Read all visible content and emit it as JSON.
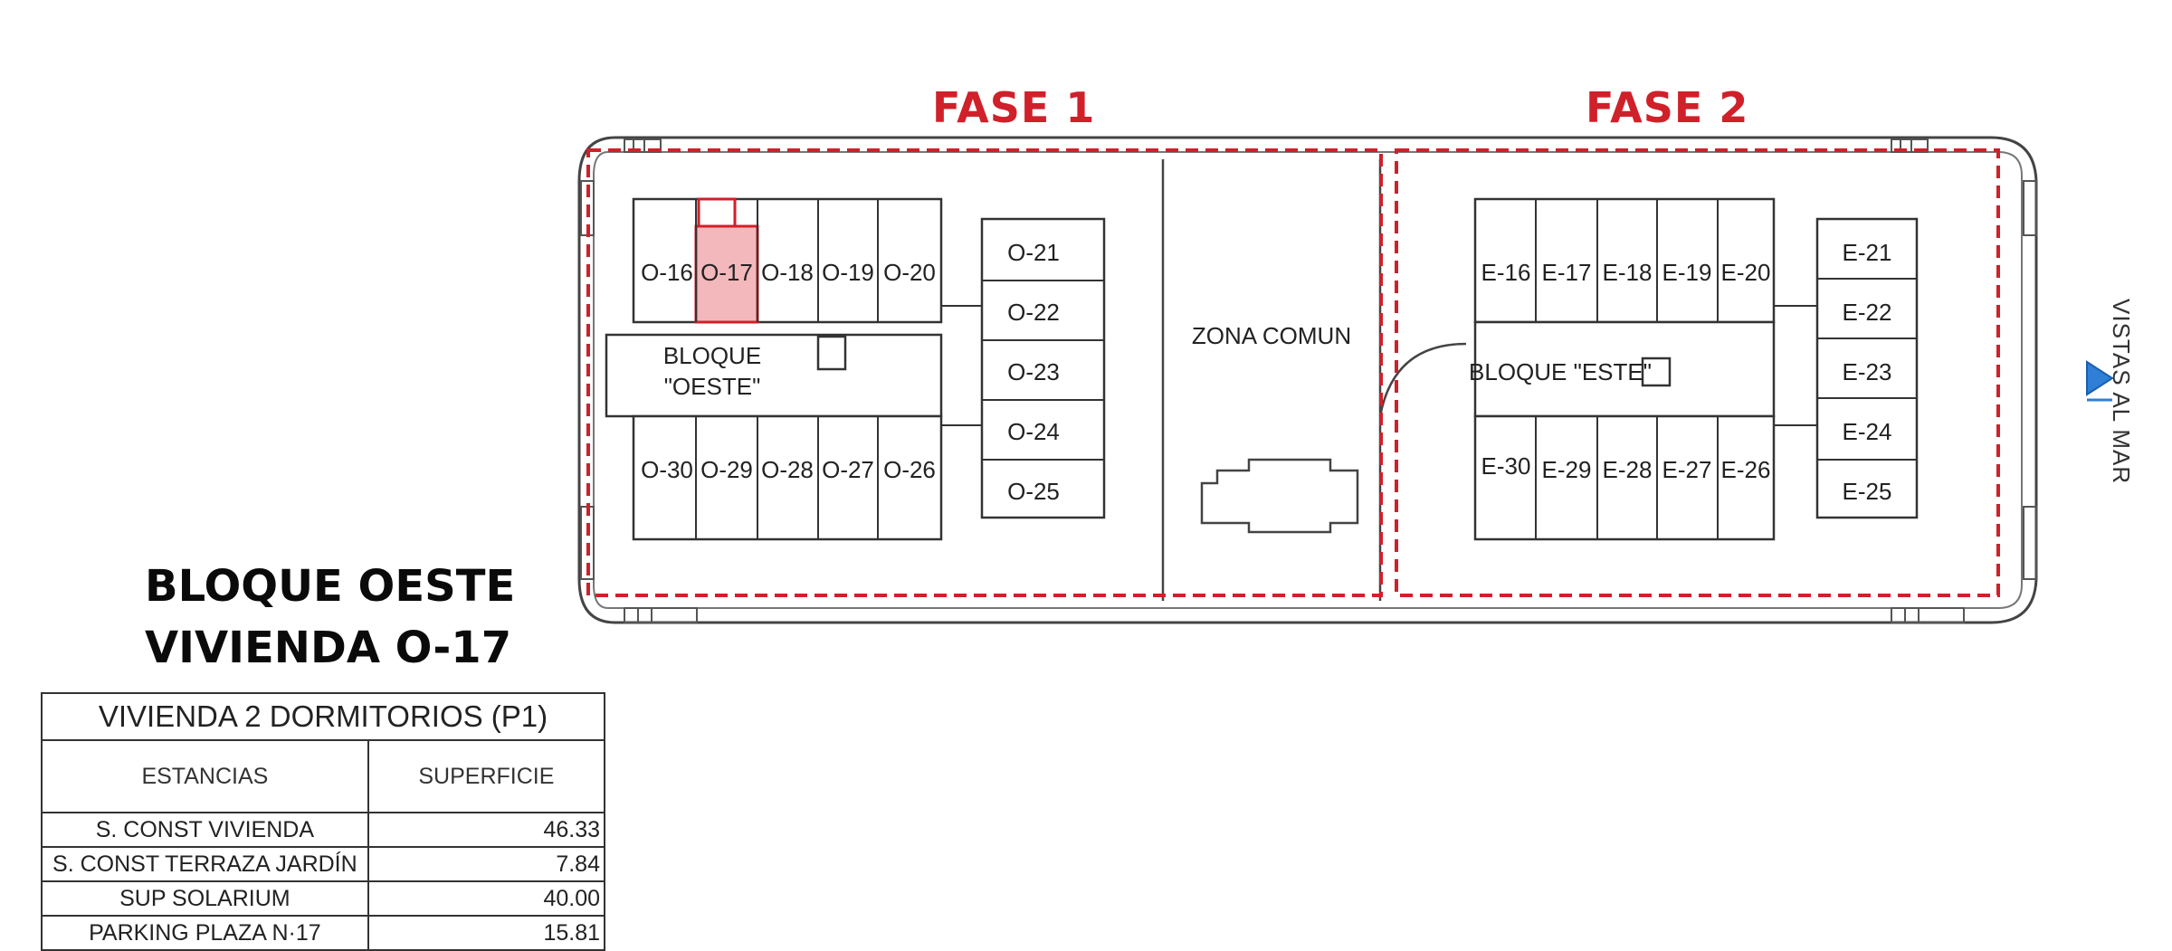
{
  "phases": {
    "phase1": "FASE 1",
    "phase2": "FASE 2"
  },
  "colors": {
    "phase_red": "#d0202a",
    "highlight_fill": "#f3b8bc",
    "arrow_blue": "#2f7fd6",
    "line": "#333333"
  },
  "plan": {
    "west_units_top": [
      "O-16",
      "O-17",
      "O-18",
      "O-19",
      "O-20"
    ],
    "west_units_bottom": [
      "O-30",
      "O-29",
      "O-28",
      "O-27",
      "O-26"
    ],
    "west_units_right": [
      "O-21",
      "O-22",
      "O-23",
      "O-24",
      "O-25"
    ],
    "west_block_label_1": "BLOQUE",
    "west_block_label_2": "\"OESTE\"",
    "common_zone": "ZONA COMUN",
    "east_units_top": [
      "E-16",
      "E-17",
      "E-18",
      "E-19",
      "E-20"
    ],
    "east_units_bottom": [
      "E-30",
      "E-29",
      "E-28",
      "E-27",
      "E-26"
    ],
    "east_units_right": [
      "E-21",
      "E-22",
      "E-23",
      "E-24",
      "E-25"
    ],
    "east_block_label": "BLOQUE \"ESTE\"",
    "highlighted_unit": "O-17",
    "sea_view": "VISTAS AL MAR"
  },
  "title": {
    "line1": "BLOQUE OESTE",
    "line2": "VIVIENDA O-17"
  },
  "table": {
    "heading": "VIVIENDA 2 DORMITORIOS (P1)",
    "col_rooms": "ESTANCIAS",
    "col_area": "SUPERFICIE",
    "rows": [
      {
        "name": "S. CONST VIVIENDA",
        "value": "46.33"
      },
      {
        "name": "S. CONST TERRAZA JARDÍN",
        "value": "7.84"
      },
      {
        "name": "SUP SOLARIUM",
        "value": "40.00"
      },
      {
        "name": "PARKING   PLAZA   N·17",
        "value": "15.81"
      }
    ]
  }
}
